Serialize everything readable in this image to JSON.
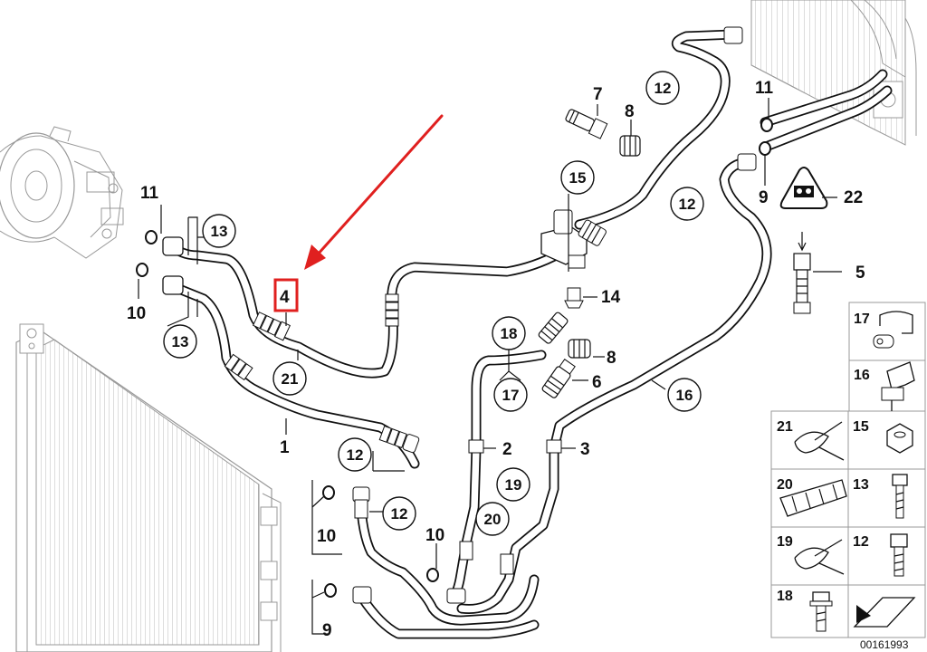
{
  "highlight": {
    "label": "4",
    "color": "#e0201f"
  },
  "arrow": {
    "color": "#e0201f"
  },
  "reference_number": "00161993",
  "callouts": {
    "c12a": "12",
    "c13a": "13",
    "c13b": "13",
    "c21": "21",
    "c15": "15",
    "c12b": "12",
    "c18": "18",
    "c17": "17",
    "c16": "16",
    "c12c": "12",
    "c12d": "12",
    "c19": "19",
    "c20": "20"
  },
  "labels": {
    "n7": "7",
    "n8a": "8",
    "n11a": "11",
    "n9a": "9",
    "n22": "22",
    "n5": "5",
    "n14": "14",
    "n8b": "8",
    "n6": "6",
    "n11b": "11",
    "n10a": "10",
    "n1": "1",
    "n2": "2",
    "n3": "3",
    "n10b": "10",
    "n10c": "10",
    "n9b": "9"
  },
  "parts_panel": {
    "items": [
      {
        "num": "17",
        "icon": "clamp-bracket-icon"
      },
      {
        "num": "16",
        "icon": "clip-holder-icon"
      },
      {
        "num": "21",
        "icon": "spring-clip-icon"
      },
      {
        "num": "15",
        "icon": "hex-nut-icon"
      },
      {
        "num": "20",
        "icon": "hose-clamp-strip-icon"
      },
      {
        "num": "13",
        "icon": "hex-bolt-icon"
      },
      {
        "num": "19",
        "icon": "spring-clip-icon"
      },
      {
        "num": "12",
        "icon": "hex-bolt-icon"
      },
      {
        "num": "18",
        "icon": "flange-bolt-icon"
      },
      {
        "num": "",
        "icon": "direction-arrow-icon"
      }
    ]
  }
}
